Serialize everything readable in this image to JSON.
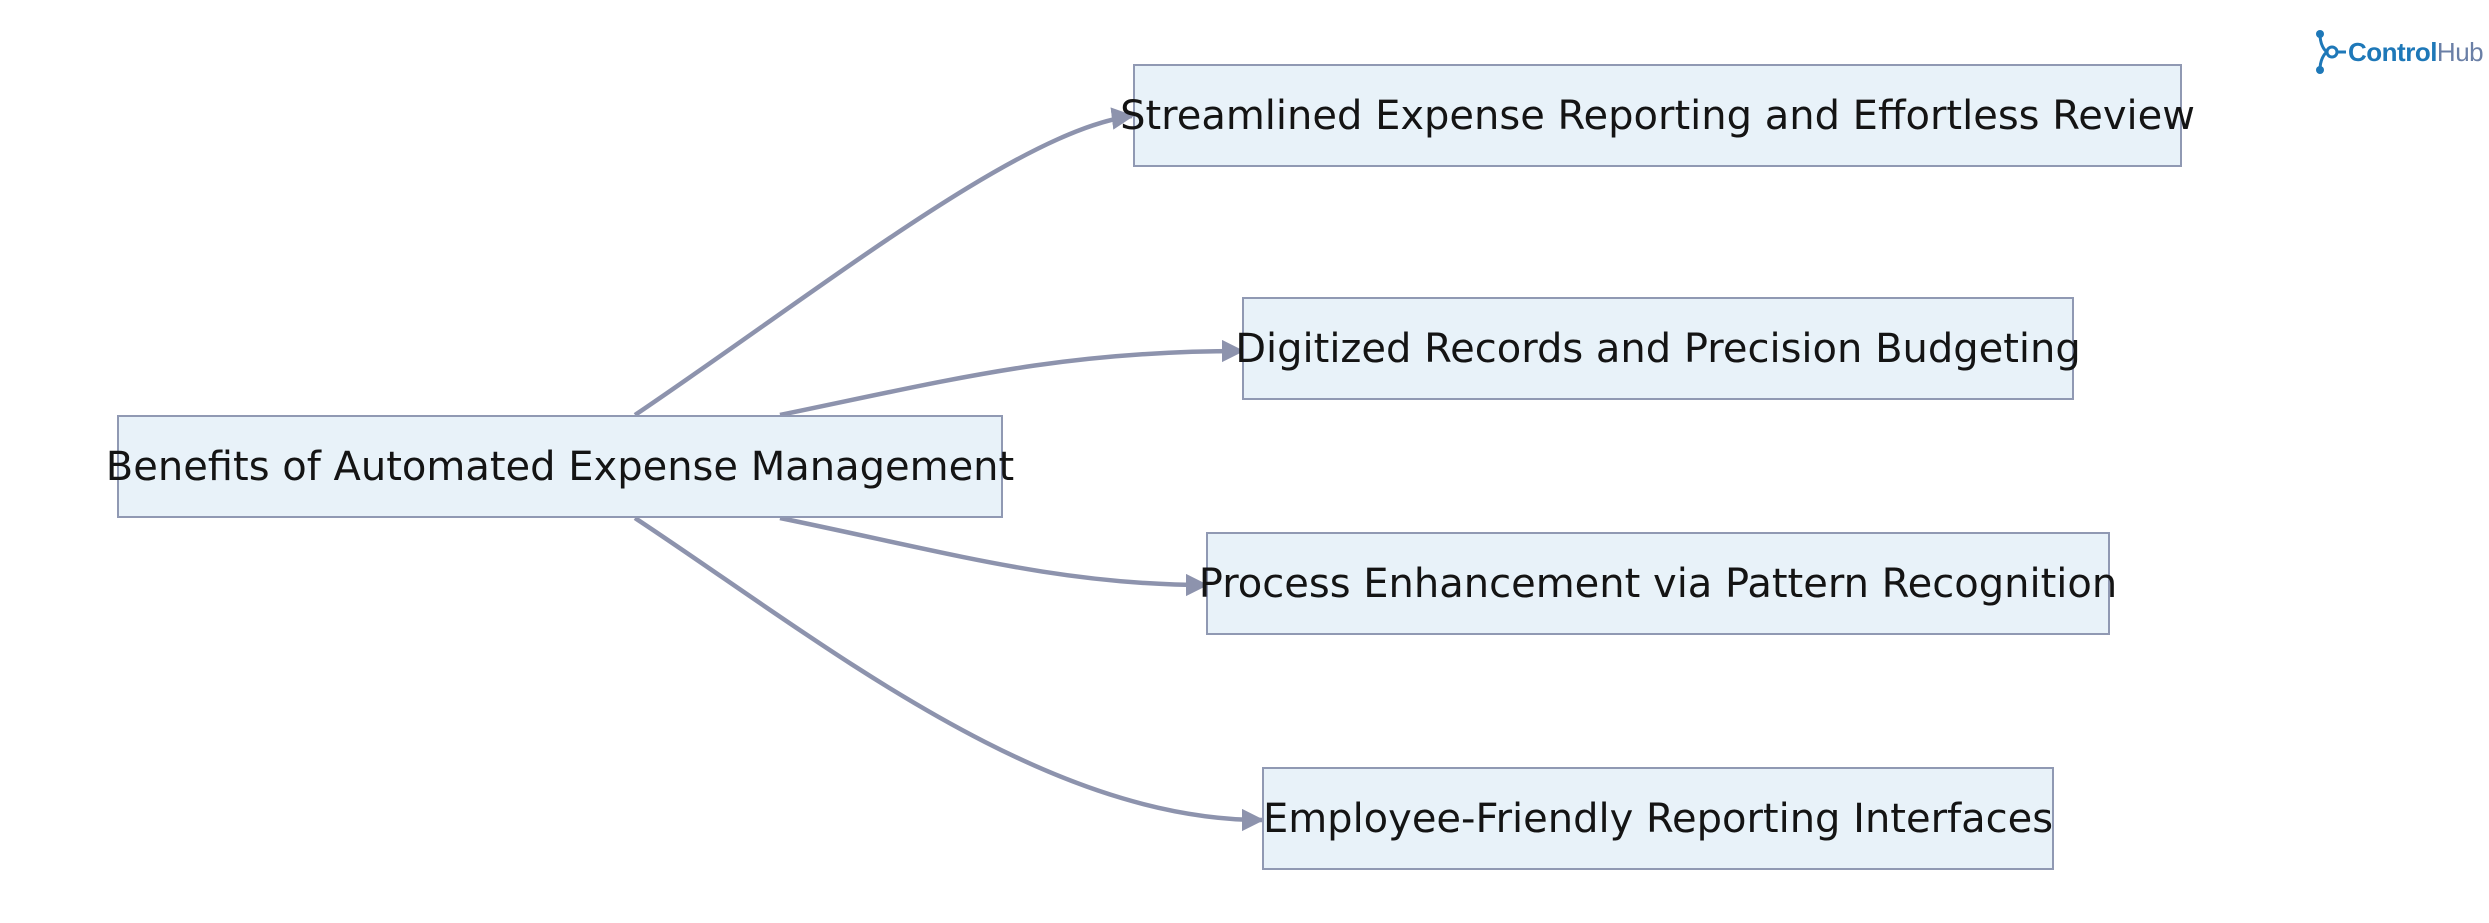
{
  "diagram": {
    "root": {
      "id": "root",
      "label": "Benefits of Automated Expense Management"
    },
    "branches": [
      {
        "id": "b1",
        "label": "Streamlined Expense Reporting and Effortless Review"
      },
      {
        "id": "b2",
        "label": "Digitized Records and Precision Budgeting"
      },
      {
        "id": "b3",
        "label": "Process Enhancement via Pattern Recognition"
      },
      {
        "id": "b4",
        "label": "Employee-Friendly Reporting Interfaces"
      }
    ],
    "edges": [
      {
        "from": "root",
        "to": "b1"
      },
      {
        "from": "root",
        "to": "b2"
      },
      {
        "from": "root",
        "to": "b3"
      },
      {
        "from": "root",
        "to": "b4"
      }
    ]
  },
  "brand": {
    "name_part1": "Control",
    "name_part2": "Hub",
    "icon": "network-nodes-icon"
  },
  "colors": {
    "node_fill": "#e8f2f9",
    "node_border": "#9099b3",
    "edge": "#8d93ad",
    "text": "#141414",
    "brand_primary": "#1e78b8",
    "brand_secondary": "#6a7fa6"
  }
}
